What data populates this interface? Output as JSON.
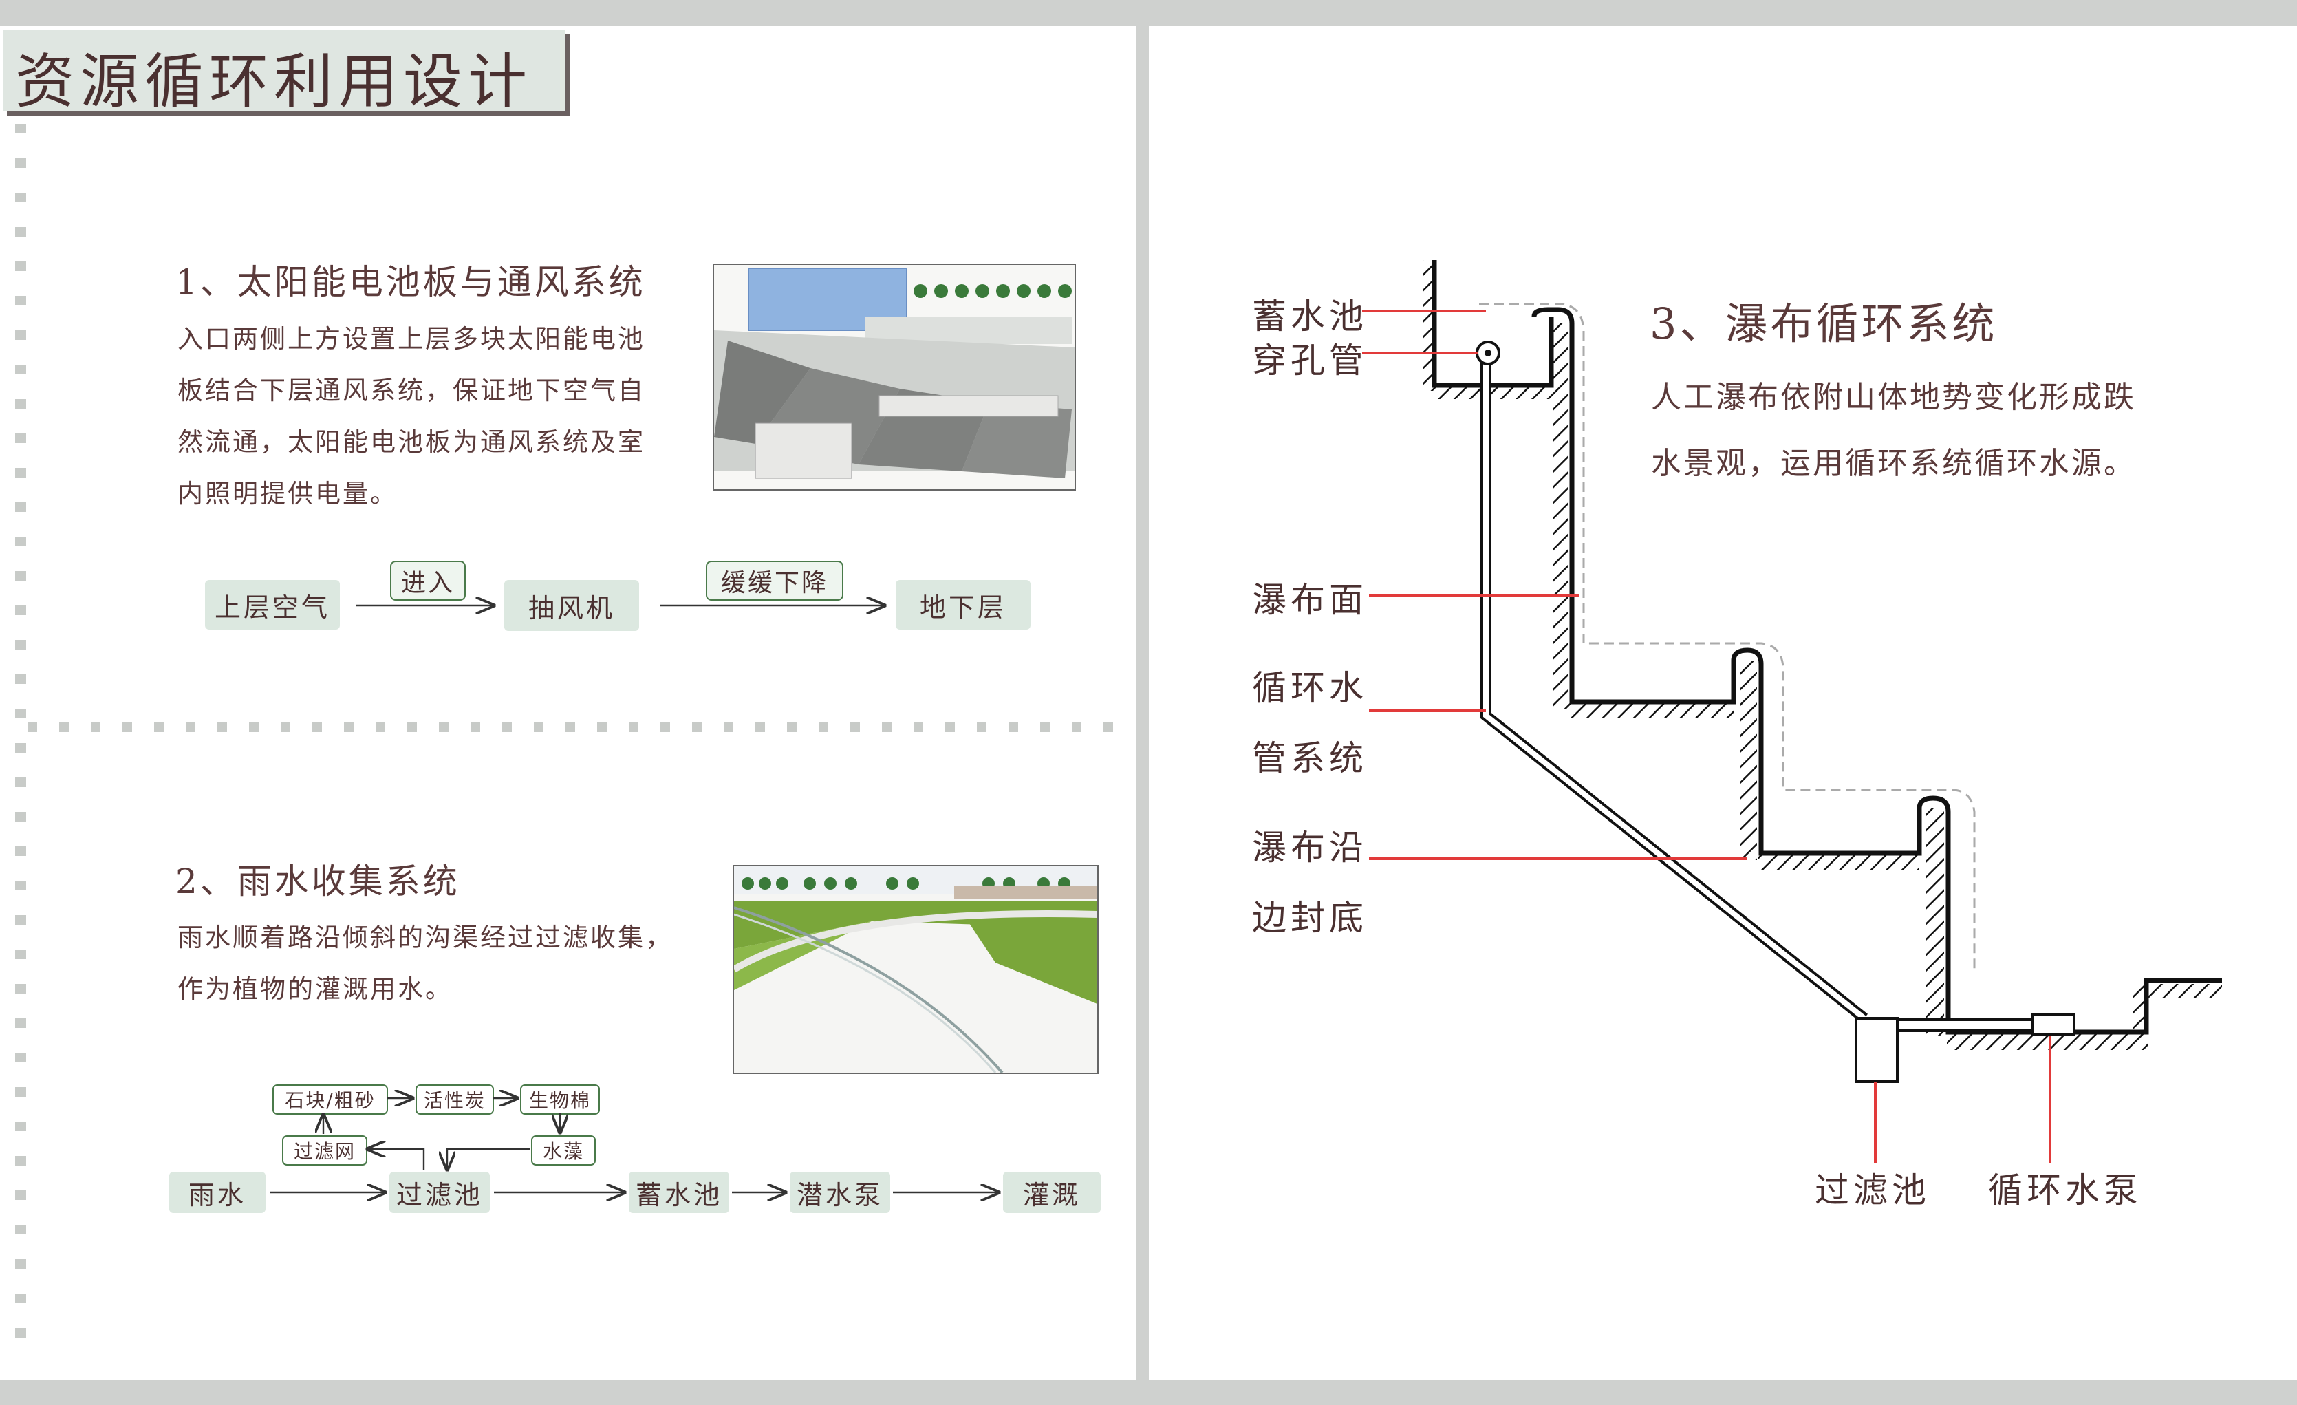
{
  "title": "资源循环利用设计",
  "section1": {
    "heading": "1、太阳能电池板与通风系统",
    "desc_lines": [
      "入口两侧上方设置上层多块太阳能电池",
      "板结合下层通风系统，保证地下空气自",
      "然流通，太阳能电池板为通风系统及室",
      "内照明提供电量。"
    ],
    "flow": {
      "node1": "上层空气",
      "edge1": "进入",
      "node2": "抽风机",
      "edge2": "缓缓下降",
      "node3": "地下层"
    }
  },
  "section2": {
    "heading": "2、雨水收集系统",
    "desc_lines": [
      "雨水顺着路沿倾斜的沟渠经过过滤收集，",
      "作为植物的灌溉用水。"
    ],
    "flow": {
      "rain": "雨水",
      "filter_pool": "过滤池",
      "storage": "蓄水池",
      "pump": "潜水泵",
      "irrigation": "灌溉",
      "stone": "石块/粗砂",
      "carbon": "活性炭",
      "cotton": "生物棉",
      "net": "过滤网",
      "algae": "水藻"
    }
  },
  "section3": {
    "heading": "3、瀑布循环系统",
    "desc_lines": [
      "人工瀑布依附山体地势变化形成跌",
      "水景观，运用循环系统循环水源。"
    ],
    "labels": {
      "reservoir": "蓄水池",
      "perforated": "穿孔管",
      "waterfall_face": "瀑布面",
      "circ_pipe_1": "循环水",
      "circ_pipe_2": "管系统",
      "edge_seal_1": "瀑布沿",
      "edge_seal_2": "边封底",
      "filter": "过滤池",
      "pump": "循环水泵"
    }
  },
  "colors": {
    "accent_red": "#e23a3a",
    "box_fill": "#dce8e0",
    "text": "#4a3030"
  }
}
